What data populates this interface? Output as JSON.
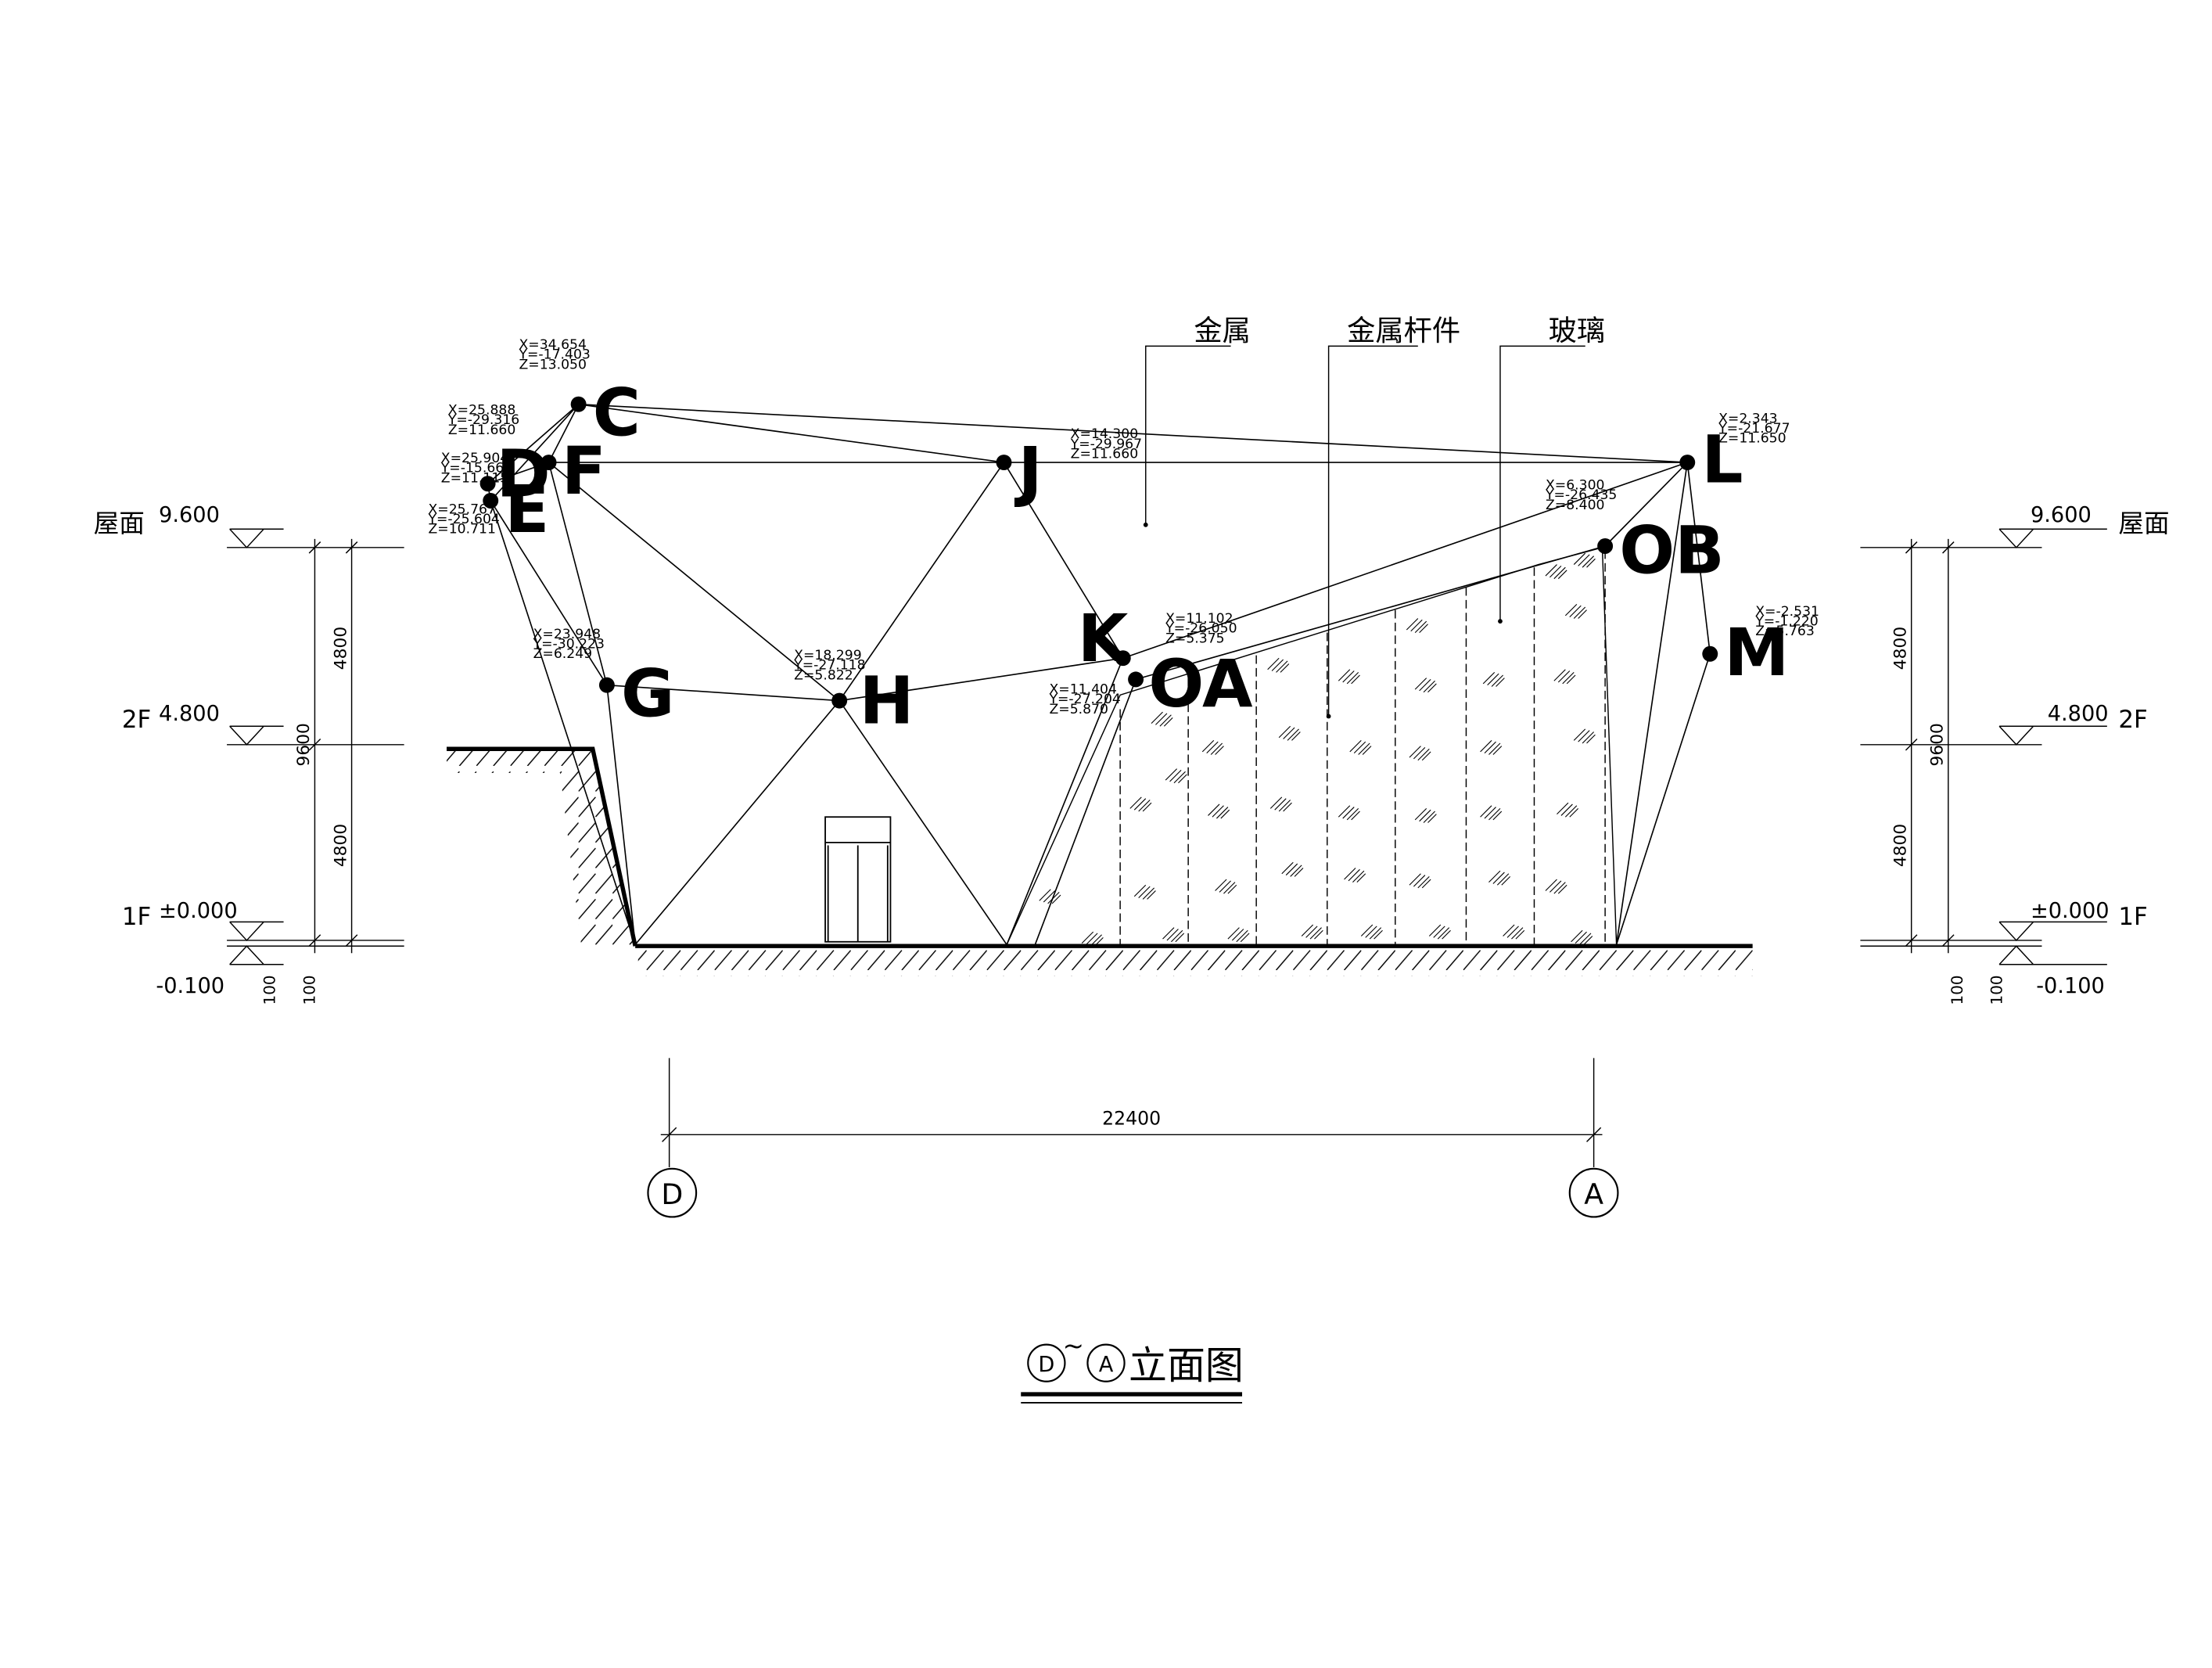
{
  "title": {
    "axis_from": "D",
    "tilde": "~",
    "axis_to": "A",
    "suffix": "立面图"
  },
  "axes": [
    {
      "label": "D"
    },
    {
      "label": "A"
    }
  ],
  "overall_dimension": "22400",
  "materials": [
    {
      "label": "金属"
    },
    {
      "label": "金属杆件"
    },
    {
      "label": "玻璃"
    }
  ],
  "levels_left": [
    {
      "name": "屋面",
      "value": "9.600"
    },
    {
      "name": "2F",
      "value": "4.800"
    },
    {
      "name": "1F",
      "value": "±0.000"
    },
    {
      "name": "",
      "value": "-0.100"
    }
  ],
  "levels_right": [
    {
      "name": "屋面",
      "value": "9.600"
    },
    {
      "name": "2F",
      "value": "4.800"
    },
    {
      "name": "1F",
      "value": "±0.000"
    },
    {
      "name": "",
      "value": "-0.100"
    }
  ],
  "level_dims": {
    "upper": "4800",
    "lower": "4800",
    "total": "9600",
    "small_a": "100",
    "small_b": "100"
  },
  "nodes": [
    {
      "label": "C",
      "coords": [
        "X=34.654",
        "Y=-17.403",
        "Z=13.050"
      ]
    },
    {
      "label": "D",
      "coords": [
        "X=25.904",
        "Y=-15.660",
        "Z=11.115"
      ]
    },
    {
      "label": "E",
      "coords": [
        "X=25.767",
        "Y=-25.604",
        "Z=10.711"
      ]
    },
    {
      "label": "F",
      "coords": [
        "X=25.888",
        "Y=-29.316",
        "Z=11.660"
      ]
    },
    {
      "label": "G",
      "coords": [
        "X=23.948",
        "Y=-30.223",
        "Z=6.249"
      ]
    },
    {
      "label": "H",
      "coords": [
        "X=18.299",
        "Y=-27.118",
        "Z=5.822"
      ]
    },
    {
      "label": "J",
      "coords": [
        "X=14.300",
        "Y=-29.967",
        "Z=11.660"
      ]
    },
    {
      "label": "K",
      "coords": [
        "X=11.404",
        "Y=-27.204",
        "Z=5.870"
      ]
    },
    {
      "label": "OA",
      "coords": [
        "X=11.102",
        "Y=-26.050",
        "Z=5.375"
      ]
    },
    {
      "label": "OB",
      "coords": [
        "X=6.300",
        "Y=-26.435",
        "Z=8.400"
      ]
    },
    {
      "label": "L",
      "coords": [
        "X=2.343",
        "Y=-21.677",
        "Z=11.650"
      ]
    },
    {
      "label": "M",
      "coords": [
        "X=-2.531",
        "Y=-1.220",
        "Z=5.763"
      ]
    }
  ]
}
